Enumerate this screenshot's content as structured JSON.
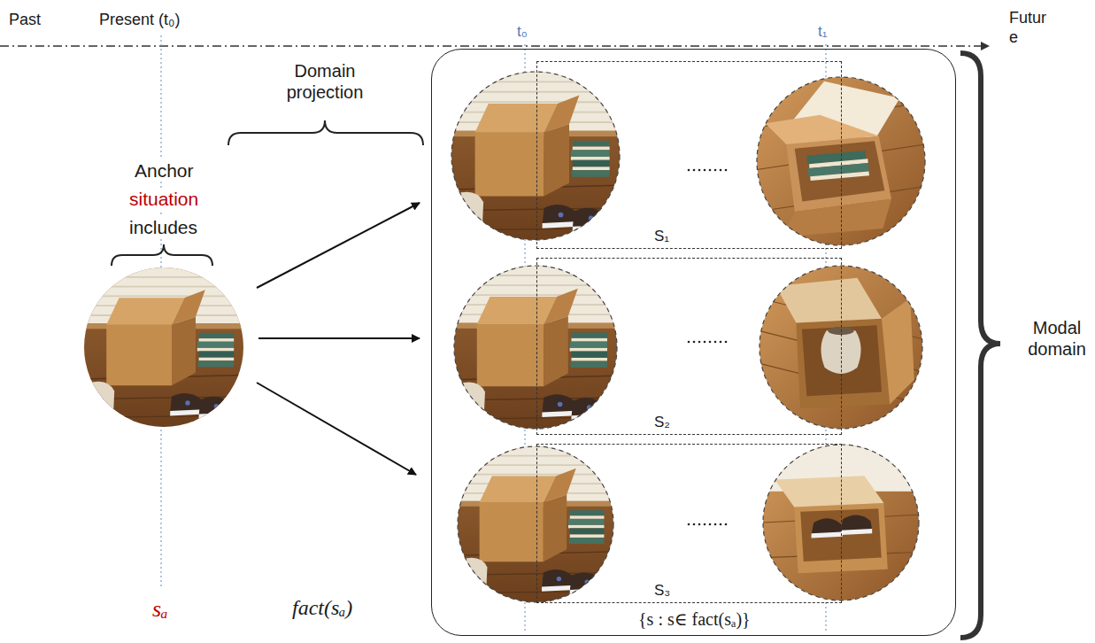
{
  "diagram": {
    "nodes": [
      {
        "text": [
          "{s : s∈ fact(sₐ)}"
        ]
      },
      {
        "text": [
          "S₁"
        ],
        "in": 0
      },
      {
        "text": [
          "S₂"
        ],
        "in": 0
      },
      {
        "text": [
          "S₃"
        ],
        "in": 0
      }
    ],
    "labels": [
      "Past",
      "Present (t₀)",
      "Futur e",
      "t₀",
      "t₁",
      "Domain projection",
      "Anchor",
      "situation",
      "includes",
      "Modal domain",
      "sₐ",
      "fact(sₐ)"
    ]
  }
}
